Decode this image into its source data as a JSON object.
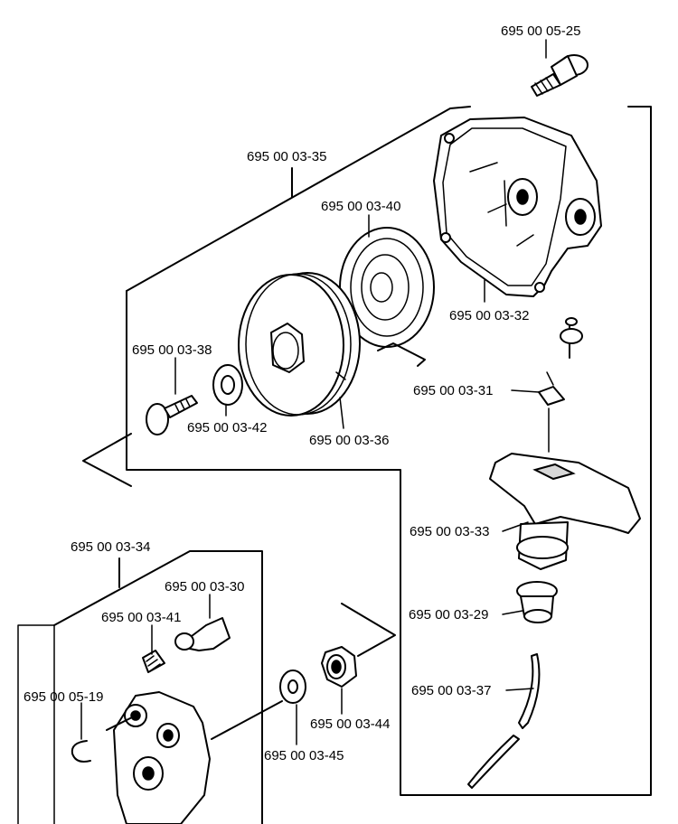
{
  "parts": [
    {
      "key": "screw_top",
      "number": "695 00 05-25"
    },
    {
      "key": "starter_assembly",
      "number": "695 00 03-35"
    },
    {
      "key": "spring",
      "number": "695 00 03-40"
    },
    {
      "key": "housing",
      "number": "695 00 03-32"
    },
    {
      "key": "screw_left",
      "number": "695 00 03-38"
    },
    {
      "key": "washer_small",
      "number": "695 00 03-42"
    },
    {
      "key": "pulley",
      "number": "695 00 03-36"
    },
    {
      "key": "plate",
      "number": "695 00 03-31"
    },
    {
      "key": "handle",
      "number": "695 00 03-33"
    },
    {
      "key": "bushing",
      "number": "695 00 03-29"
    },
    {
      "key": "cord",
      "number": "695 00 03-37"
    },
    {
      "key": "pawl_assembly",
      "number": "695 00 03-34"
    },
    {
      "key": "pawl",
      "number": "695 00 03-30"
    },
    {
      "key": "pawl_spring",
      "number": "695 00 03-41"
    },
    {
      "key": "circlip",
      "number": "695 00 05-19"
    },
    {
      "key": "nut",
      "number": "695 00 03-44"
    },
    {
      "key": "washer",
      "number": "695 00 03-45"
    }
  ]
}
